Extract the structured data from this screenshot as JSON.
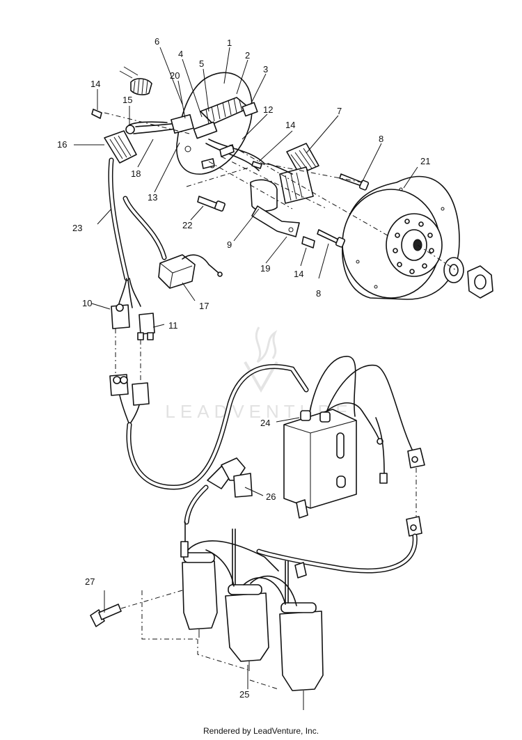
{
  "callouts": [
    {
      "id": "1",
      "label": "1"
    },
    {
      "id": "2",
      "label": "2"
    },
    {
      "id": "3",
      "label": "3"
    },
    {
      "id": "4",
      "label": "4"
    },
    {
      "id": "5",
      "label": "5"
    },
    {
      "id": "6",
      "label": "6"
    },
    {
      "id": "7",
      "label": "7"
    },
    {
      "id": "8a",
      "label": "8"
    },
    {
      "id": "8b",
      "label": "8"
    },
    {
      "id": "9",
      "label": "9"
    },
    {
      "id": "10",
      "label": "10"
    },
    {
      "id": "11",
      "label": "11"
    },
    {
      "id": "12",
      "label": "12"
    },
    {
      "id": "13",
      "label": "13"
    },
    {
      "id": "14a",
      "label": "14"
    },
    {
      "id": "14b",
      "label": "14"
    },
    {
      "id": "14c",
      "label": "14"
    },
    {
      "id": "15",
      "label": "15"
    },
    {
      "id": "16",
      "label": "16"
    },
    {
      "id": "17",
      "label": "17"
    },
    {
      "id": "18",
      "label": "18"
    },
    {
      "id": "19",
      "label": "19"
    },
    {
      "id": "20",
      "label": "20"
    },
    {
      "id": "21",
      "label": "21"
    },
    {
      "id": "22",
      "label": "22"
    },
    {
      "id": "23",
      "label": "23"
    },
    {
      "id": "24",
      "label": "24"
    },
    {
      "id": "25",
      "label": "25"
    },
    {
      "id": "26",
      "label": "26"
    },
    {
      "id": "27",
      "label": "27"
    }
  ],
  "watermark": {
    "text": "LEADVENTURE"
  },
  "footer": {
    "text": "Rendered by LeadVenture, Inc."
  }
}
